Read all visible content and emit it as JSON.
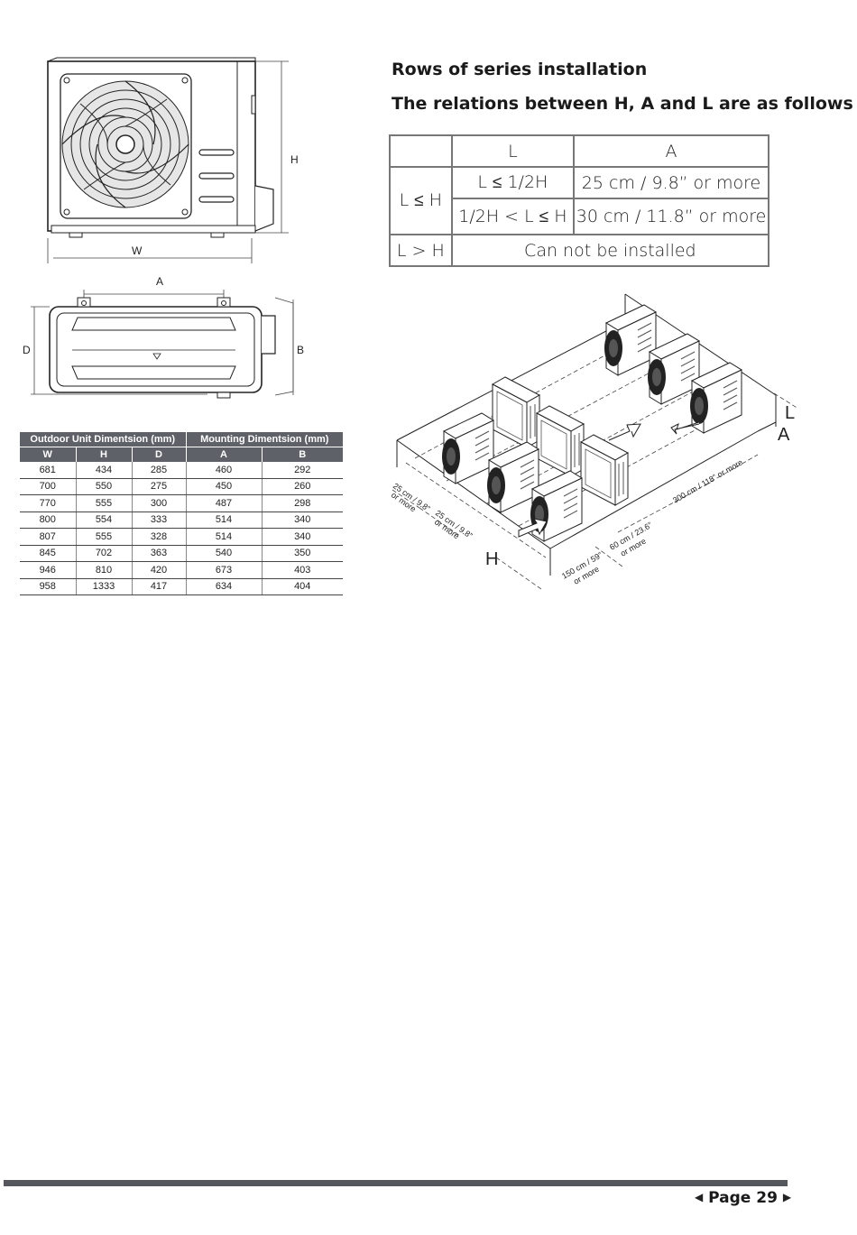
{
  "headings": {
    "rows_title": "Rows of series installation",
    "relations_title": "The relations between H, A and L are as follows"
  },
  "relation_table": {
    "header": {
      "col_l": "L",
      "col_a": "A"
    },
    "row_le_h": {
      "label": "L ≤ H",
      "sub1_l": "L ≤ 1/2H",
      "sub1_a": "25 cm / 9.8” or more",
      "sub2_l": "1/2H < L ≤ H",
      "sub2_a": "30 cm / 11.8” or more"
    },
    "row_gt_h": {
      "label": "L > H",
      "value": "Can not be installed"
    }
  },
  "front_view_labels": {
    "height": "H",
    "width": "W"
  },
  "top_view_labels": {
    "a": "A",
    "b": "B",
    "d": "D"
  },
  "iso_labels": {
    "l": "L",
    "a": "A",
    "h": "H",
    "clear_25_1": "25 cm / 9.8”",
    "clear_25_1_more": "or more",
    "clear_25_2": "25 cm / 9.8”",
    "clear_25_2_more": "or more",
    "clear_150": "150 cm / 59”",
    "clear_150_more": "or more",
    "clear_60": "60 cm / 23.6”",
    "clear_60_more": "or more",
    "clear_300": "300 cm / 118” or more"
  },
  "dimension_table": {
    "group_headers": [
      "Outdoor Unit Dimentsion (mm)",
      "Mounting Dimentsion (mm)"
    ],
    "col_headers": [
      "W",
      "H",
      "D",
      "A",
      "B"
    ],
    "rows": [
      [
        "681",
        "434",
        "285",
        "460",
        "292"
      ],
      [
        "700",
        "550",
        "275",
        "450",
        "260"
      ],
      [
        "770",
        "555",
        "300",
        "487",
        "298"
      ],
      [
        "800",
        "554",
        "333",
        "514",
        "340"
      ],
      [
        "807",
        "555",
        "328",
        "514",
        "340"
      ],
      [
        "845",
        "702",
        "363",
        "540",
        "350"
      ],
      [
        "946",
        "810",
        "420",
        "673",
        "403"
      ],
      [
        "958",
        "1333",
        "417",
        "634",
        "404"
      ]
    ]
  },
  "footer": {
    "page_label": "Page 29",
    "prev_icon": "triangle-left-icon",
    "next_icon": "triangle-right-icon"
  }
}
